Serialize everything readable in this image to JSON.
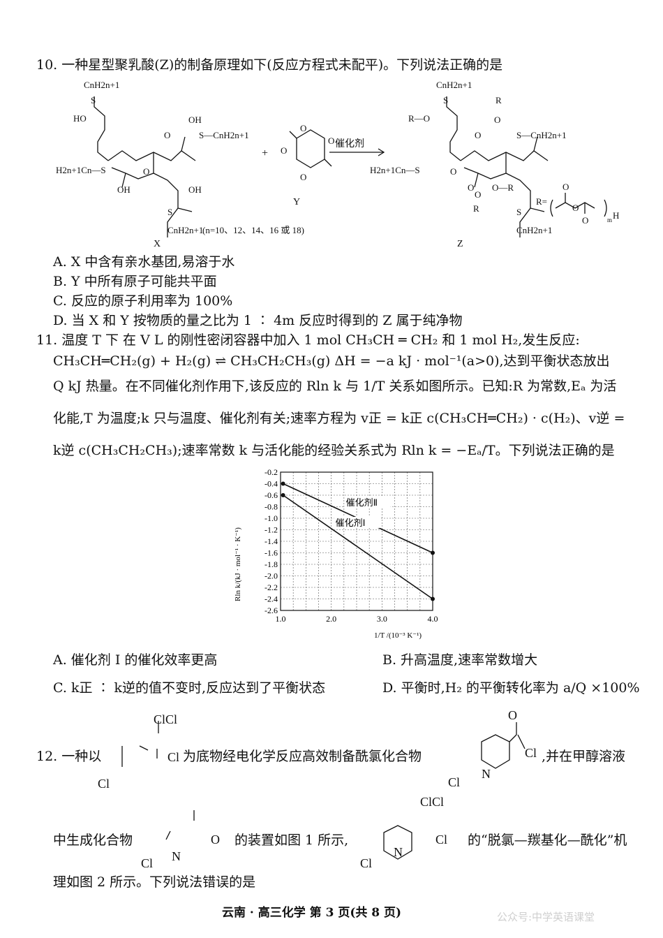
{
  "q10": {
    "stem": "10. 一种星型聚乳酸(Z)的制备原理如下(反应方程式未配平)。下列说法正确的是",
    "scheme": {
      "plus": "+",
      "arrow_label": "催化剂",
      "label_x": "X",
      "label_y": "Y",
      "label_z": "Z",
      "n_note": "(n=10、12、14、16 或 18)",
      "r_def": "R=",
      "x_groups": [
        "CnH2n+1",
        "S",
        "HO",
        "OH",
        "O",
        "S—CnH2n+1",
        "H2n+1Cn—S",
        "OH",
        "O",
        "OH",
        "S",
        "CnH2n+1"
      ],
      "y_atoms": [
        "O",
        "O",
        "O",
        "O"
      ],
      "z_groups": [
        "CnH2n+1",
        "S",
        "R—O",
        "R",
        "O",
        "O",
        "S—CnH2n+1",
        "O",
        "H2n+1Cn—S",
        "O",
        "O—R",
        "O",
        "R",
        "S",
        "CnH2n+1"
      ],
      "r_atoms": [
        "O",
        "O",
        "O",
        "m",
        "H"
      ]
    },
    "options": [
      "A. X 中含有亲水基团,易溶于水",
      "B. Y 中所有原子可能共平面",
      "C. 反应的原子利用率为 100%",
      "D. 当 X 和 Y 按物质的量之比为 1 ∶ 4m 反应时得到的 Z 属于纯净物"
    ]
  },
  "q11": {
    "lines": [
      "11. 温度 T 下 在 V L 的刚性密闭容器中加入 1 mol CH₃CH ═ CH₂ 和 1 mol H₂,发生反应:",
      "CH₃CH═CH₂(g) + H₂(g) ⇌ CH₃CH₂CH₃(g)   ΔH = −a kJ · mol⁻¹(a>0),达到平衡状态放出",
      "Q kJ 热量。在不同催化剂作用下,该反应的 Rln k 与 1/T 关系如图所示。已知:R 为常数,Eₐ 为活",
      "化能,T 为温度;k 只与温度、催化剂有关;速率方程为 v正 = k正 c(CH₃CH═CH₂) · c(H₂)、v逆 =",
      "k逆 c(CH₃CH₂CH₃);速率常数 k 与活化能的经验关系式为 Rln k = −Eₐ/T。下列说法正确的是"
    ],
    "options": [
      "A. 催化剂 Ⅰ 的催化效率更高",
      "B. 升高温度,速率常数增大",
      "C. k正 ∶ k逆的值不变时,反应达到了平衡状态",
      "D. 平衡时,H₂ 的平衡转化率为 a/Q ×100%"
    ]
  },
  "chart_data": {
    "type": "line",
    "xlabel": "1/T /(10⁻³ K⁻¹)",
    "ylabel": "Rln k/(kJ · mol⁻¹ · K⁻¹)",
    "xlim": [
      1.0,
      4.0
    ],
    "ylim": [
      -2.6,
      -0.2
    ],
    "x_ticks": [
      "1.0",
      "2.0",
      "3.0",
      "4.0"
    ],
    "y_ticks": [
      "-0.2",
      "-0.4",
      "-0.6",
      "-0.8",
      "-1.0",
      "-1.2",
      "-1.4",
      "-1.6",
      "-1.8",
      "-2.0",
      "-2.2",
      "-2.4",
      "-2.6"
    ],
    "grid": true,
    "series": [
      {
        "name": "催化剂Ⅱ",
        "x": [
          1.05,
          4.0
        ],
        "y": [
          -0.4,
          -1.6
        ]
      },
      {
        "name": "催化剂Ⅰ",
        "x": [
          1.05,
          4.0
        ],
        "y": [
          -0.6,
          -2.4
        ]
      }
    ]
  },
  "q12": {
    "l1_pre": "12. 一种以",
    "l1_mid": "为底物经电化学反应高效制备酰氯化合物",
    "l1_post": ",并在甲醇溶液",
    "l2_pre": "中生成化合物",
    "l2_mid": "的装置如图 1 所示,",
    "l2_post": "的“脱氯—羰基化—酰化”机",
    "l3": "理如图 2 所示。下列说法错误的是",
    "struct_text": [
      "ClCl",
      "Cl",
      "Cl",
      "O",
      "Cl",
      "Cl",
      "N",
      "ClCl",
      "O",
      "Cl",
      "N",
      "Cl",
      "Cl",
      "N"
    ]
  },
  "footer": {
    "text": "云南 · 高三化学   第 3 页(共 8 页)",
    "watermark": "公众号:中学英语课堂"
  }
}
